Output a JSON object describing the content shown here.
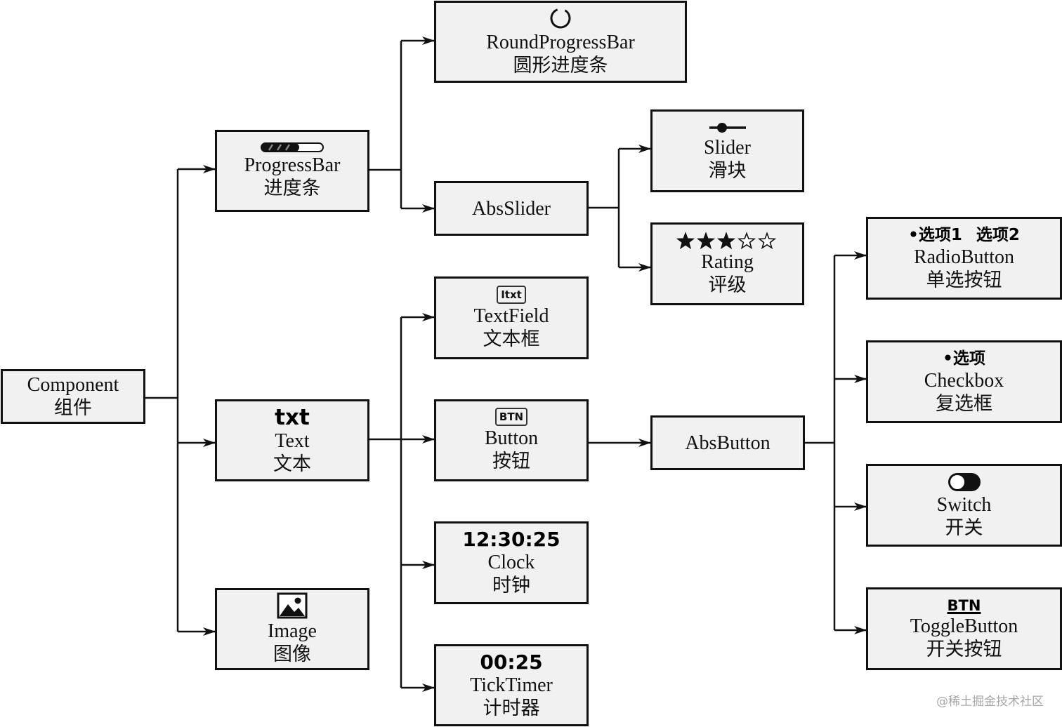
{
  "nodes": {
    "component": {
      "en": "Component",
      "cn": "组件"
    },
    "progressbar": {
      "en": "ProgressBar",
      "cn": "进度条"
    },
    "text": {
      "en": "Text",
      "cn": "文本",
      "icon_text": "txt"
    },
    "image": {
      "en": "Image",
      "cn": "图像"
    },
    "roundprogressbar": {
      "en": "RoundProgressBar",
      "cn": "圆形进度条"
    },
    "absslider": {
      "en": "AbsSlider"
    },
    "slider": {
      "en": "Slider",
      "cn": "滑块"
    },
    "rating": {
      "en": "Rating",
      "cn": "评级",
      "stars_filled": 3,
      "stars_total": 5
    },
    "textfield": {
      "en": "TextField",
      "cn": "文本框",
      "icon_text": "Itxt"
    },
    "button": {
      "en": "Button",
      "cn": "按钮",
      "icon_text": "BTN"
    },
    "clock": {
      "en": "Clock",
      "cn": "时钟",
      "icon_text": "12:30:25"
    },
    "ticktimer": {
      "en": "TickTimer",
      "cn": "计时器",
      "icon_text": "00:25"
    },
    "absbutton": {
      "en": "AbsButton"
    },
    "radiobutton": {
      "en": "RadioButton",
      "cn": "单选按钮",
      "option1": "•选项1",
      "option2": "选项2"
    },
    "checkbox": {
      "en": "Checkbox",
      "cn": "复选框",
      "icon_text": "•选项"
    },
    "switch": {
      "en": "Switch",
      "cn": "开关"
    },
    "togglebutton": {
      "en": "ToggleButton",
      "cn": "开关按钮",
      "icon_text": "BTN"
    }
  },
  "watermark": "@稀土掘金技术社区"
}
